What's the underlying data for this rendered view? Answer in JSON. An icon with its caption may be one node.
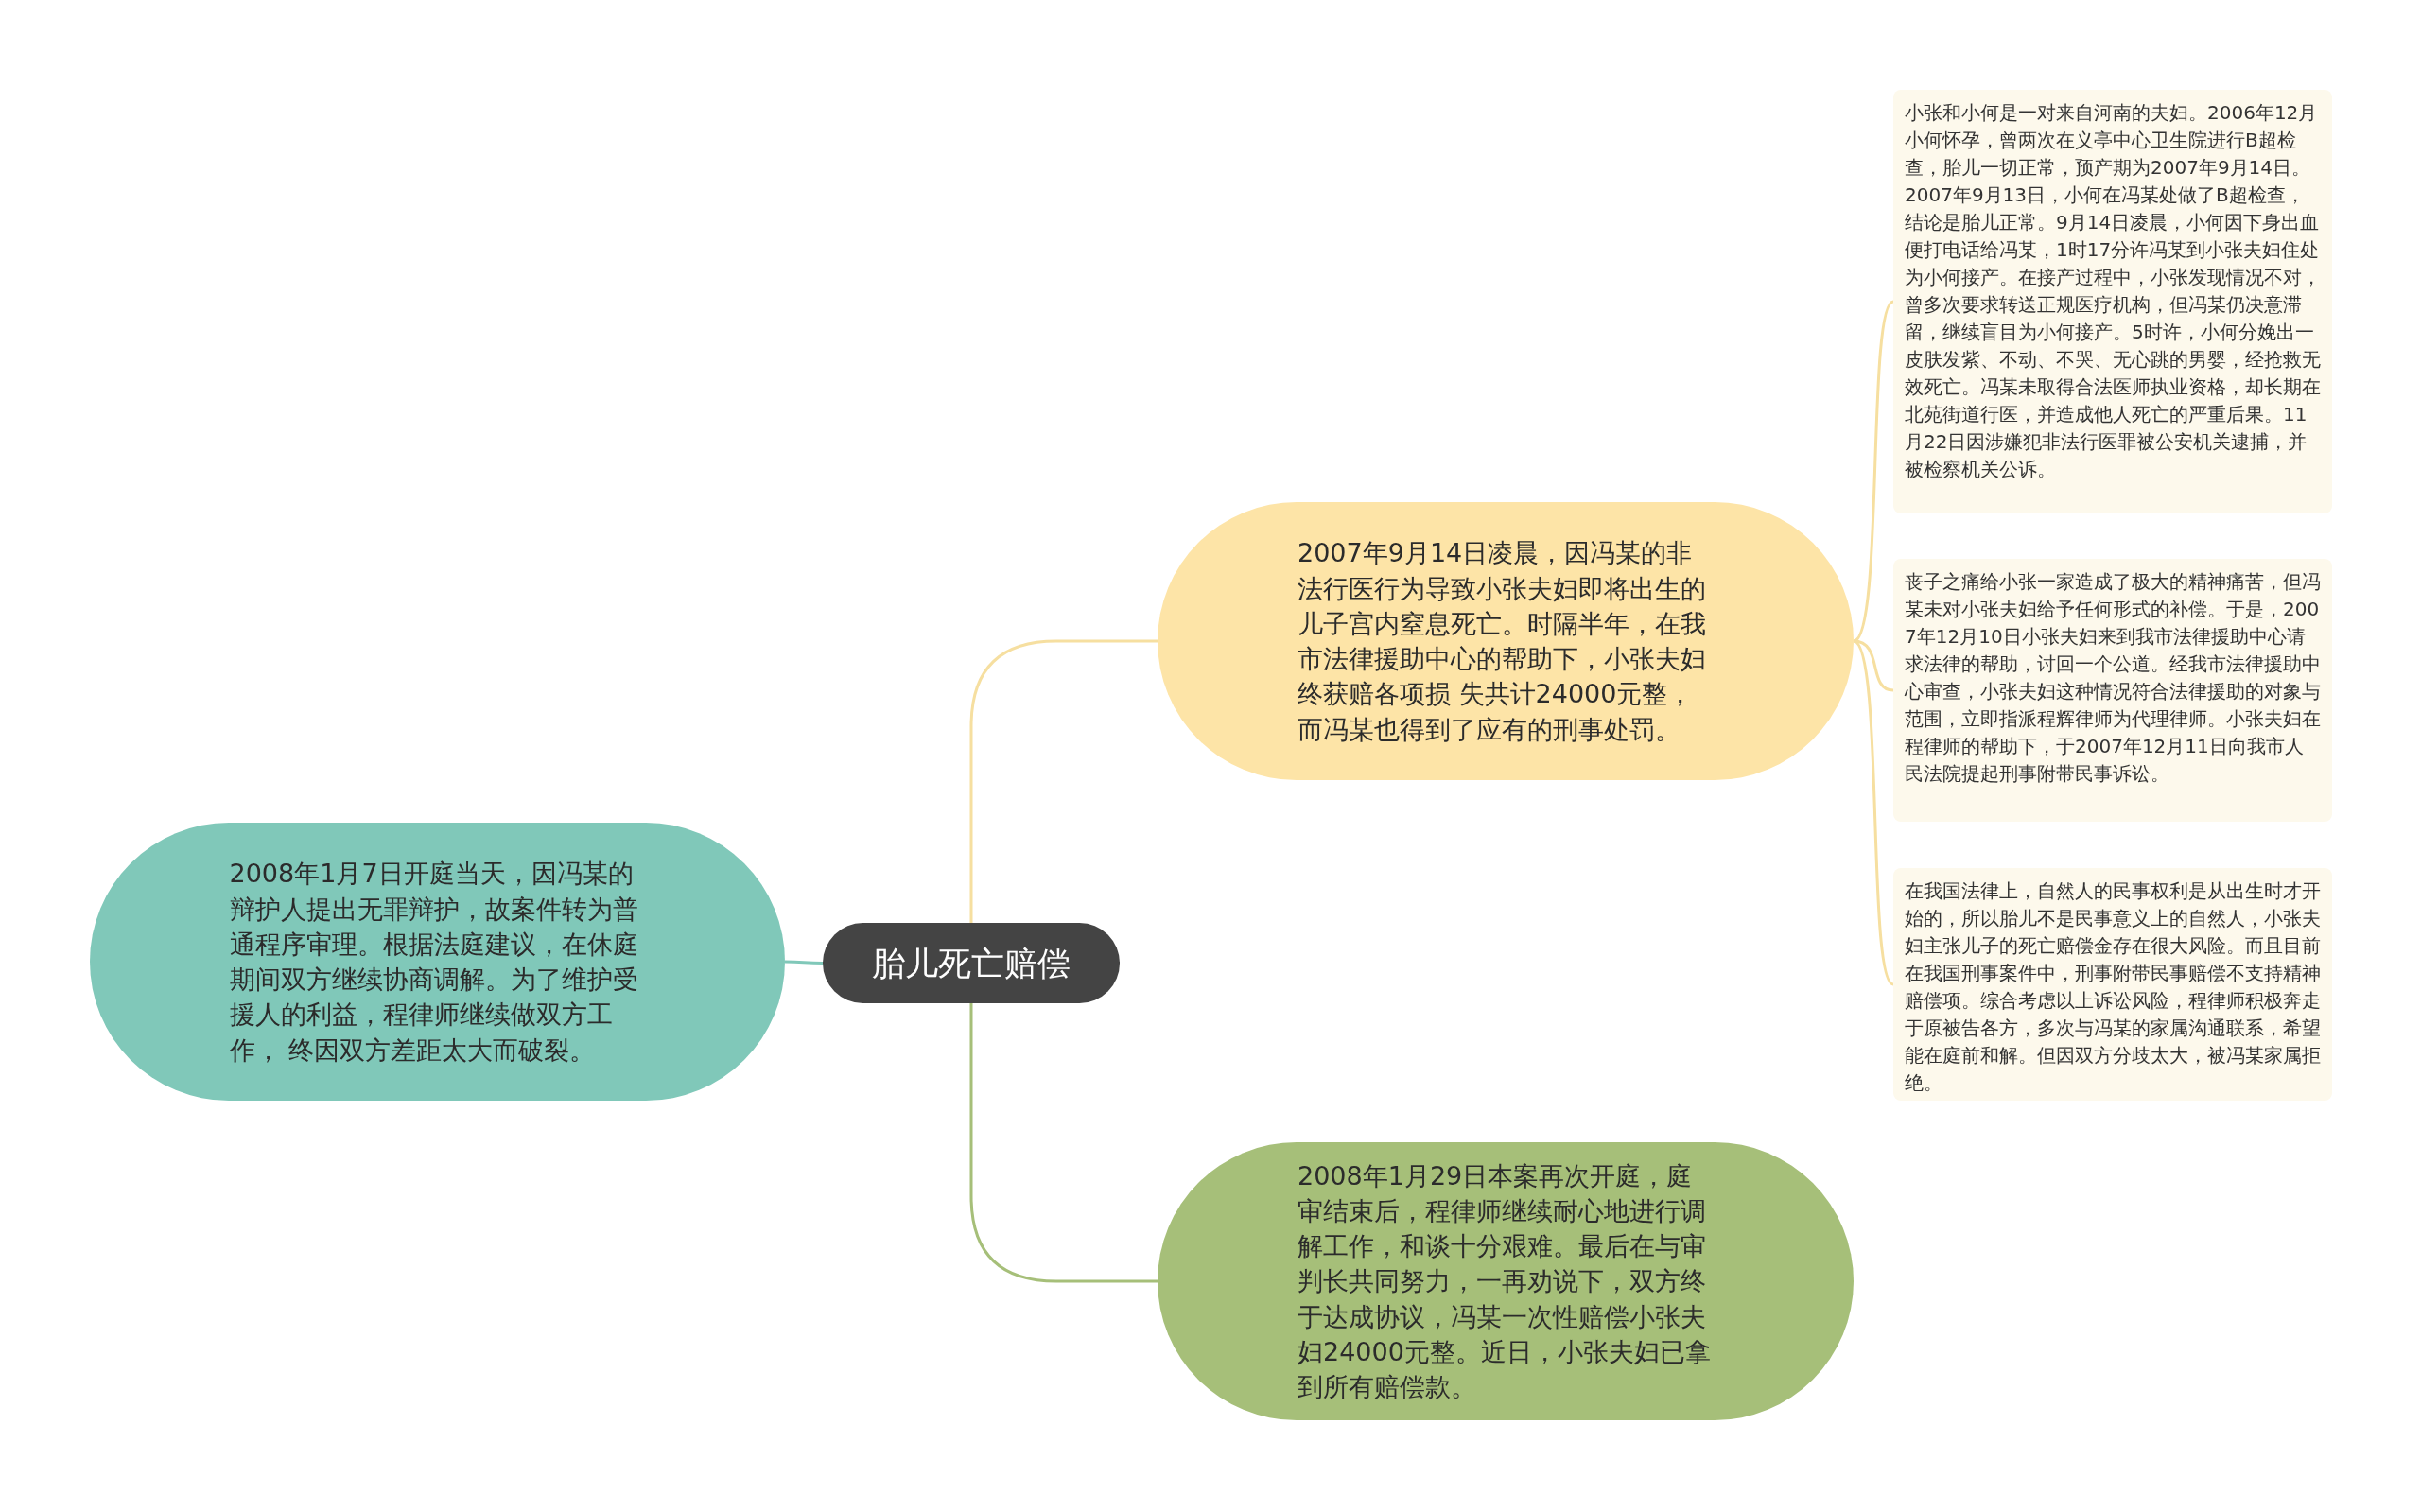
{
  "diagram": {
    "nodes": [
      {
        "text": [
          "胎儿死亡赔偿"
        ]
      },
      {
        "text": [
          "2007年9月14日凌晨，因冯某的非法行医行为导致小张夫妇即将出生的儿子宫内窒息死亡。时隔半年，在我市法律援助中心的帮助下，小张夫妇终获赔各项损 失共计24000元整，而冯某也得到了应有的刑事处罚。"
        ]
      },
      {
        "text": [
          "小张和小何是一对来自河南的夫妇。2006年12月小何怀孕，曾两次在义亭中心卫生院进行B超检查，胎儿一切正常，预产期为2007年9月14日。2007年9月13日，小何在冯某处做了B超检查，结论是胎儿正常。9月14日凌晨，小何因下身出血便打电话给冯某，1时17分许冯某到小张夫妇住处为小何接产。在接产过程中，小张发现情况不对，曾多次要求转送正规医疗机构，但冯某仍决意滞留，继续盲目为小何接产。5时许，小何分娩出一皮肤发紫、不动、不哭、无心跳的男婴，经抢救无效死亡。冯某未取得合法医师执业资格，却长期在北苑街道行医，并造成他人死亡的严重后果。11月22日因涉嫌犯非法行医罪被公安机关逮捕，并被检察机关公诉。"
        ]
      },
      {
        "text": [
          "丧子之痛给小张一家造成了极大的精神痛苦，但冯某未对小张夫妇给予任何形式的补偿。于是，2007年12月10日小张夫妇来到我市法律援助中心请求法律的帮助，讨回一个公道。经我市法律援助中心审查，小张夫妇这种情况符合法律援助的对象与范围，立即指派程辉律师为代理律师。小张夫妇在程律师的帮助下，于2007年12月11日向我市人民法院提起刑事附带民事诉讼。"
        ]
      },
      {
        "text": [
          "在我国法律上，自然人的民事权利是从出生时才开始的，所以胎儿不是民事意义上的自然人，小张夫妇主张儿子的死亡赔偿金存在很大风险。而且目前在我国刑事案件中，刑事附带民事赔偿不支持精神赔偿项。综合考虑以上诉讼风险，程律师积极奔走于原被告各方，多次与冯某的家属沟通联系，希望能在庭前和解。但因双方分歧太大，被冯某家属拒绝。"
        ]
      },
      {
        "text": [
          "2008年1月7日开庭当天，因冯某的辩护人提出无罪辩护，故案件转为普通程序审理。根据法庭建议，在休庭期间双方继续协商调解。为了维护受援人的利益，程律师继续做双方工作， 终因双方差距太大而破裂。"
        ]
      },
      {
        "text": [
          "2008年1月29日本案再次开庭，庭审结束后，程律师继续耐心地进行调解工作，和谈十分艰难。最后在与审判长共同努力，一再劝说下，双方终于达成协议，冯某一次性赔偿小张夫妇24000元整。近日，小张夫妇已拿到所有赔偿款。"
        ]
      }
    ],
    "edges": [
      {
        "from": 0,
        "to": 1,
        "arrow": "none"
      },
      {
        "from": 1,
        "to": 2,
        "arrow": "none"
      },
      {
        "from": 1,
        "to": 3,
        "arrow": "none"
      },
      {
        "from": 1,
        "to": 4,
        "arrow": "none"
      },
      {
        "from": 0,
        "to": 5,
        "arrow": "none",
        "color": "#80c8b9"
      },
      {
        "from": 0,
        "to": 6,
        "arrow": "none",
        "color": "#a6bf79"
      }
    ]
  }
}
